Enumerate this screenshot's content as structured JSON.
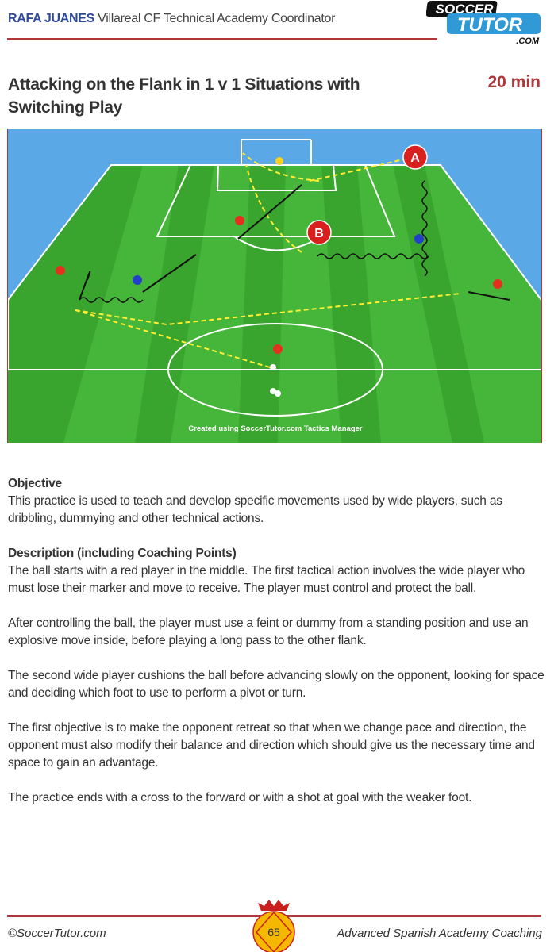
{
  "header": {
    "author": "RAFA JUANES",
    "role": "Villareal CF Technical Academy Coordinator",
    "logo_top": "SOCCER",
    "logo_bottom": "TUTOR",
    "logo_suffix": ".COM"
  },
  "practice": {
    "title": "Attacking on the Flank in 1 v 1 Situations with Switching Play",
    "duration": "20 min"
  },
  "diagram": {
    "label_a": "A",
    "label_b": "B",
    "watermark": "Created using SoccerTutor.com Tactics Manager"
  },
  "sections": [
    {
      "heading": "Objective",
      "paragraphs": [
        "This practice is used to teach and develop specific movements used by wide players, such as dribbling, dummying and other technical actions."
      ]
    },
    {
      "heading": "Description (including Coaching Points)",
      "paragraphs": [
        "The ball starts with a red player in the middle. The first tactical action involves the wide player who must lose their marker and move to receive. The player must control and protect the ball.",
        "After controlling the ball, the player must use a feint or dummy from a standing position and use an explosive move inside, before playing a long pass to the other flank.",
        "The second wide player cushions the ball before advancing slowly on the opponent, looking for space and deciding which foot to use to perform a pivot or turn.",
        "The first objective is to make the opponent retreat so that when we change pace and direction, the opponent must also modify their balance and direction which should give us the necessary time and space to gain an advantage.",
        "The practice ends with a cross to the forward or with a shot at goal with the weaker foot."
      ]
    }
  ],
  "footer": {
    "copyright": "©SoccerTutor.com",
    "page_number": "65",
    "book_title": "Advanced Spanish Academy Coaching"
  },
  "colors": {
    "accent": "#b0373c",
    "author": "#2e4a9a",
    "pitch": "#3aa52e",
    "sky": "#5aa9e6"
  }
}
